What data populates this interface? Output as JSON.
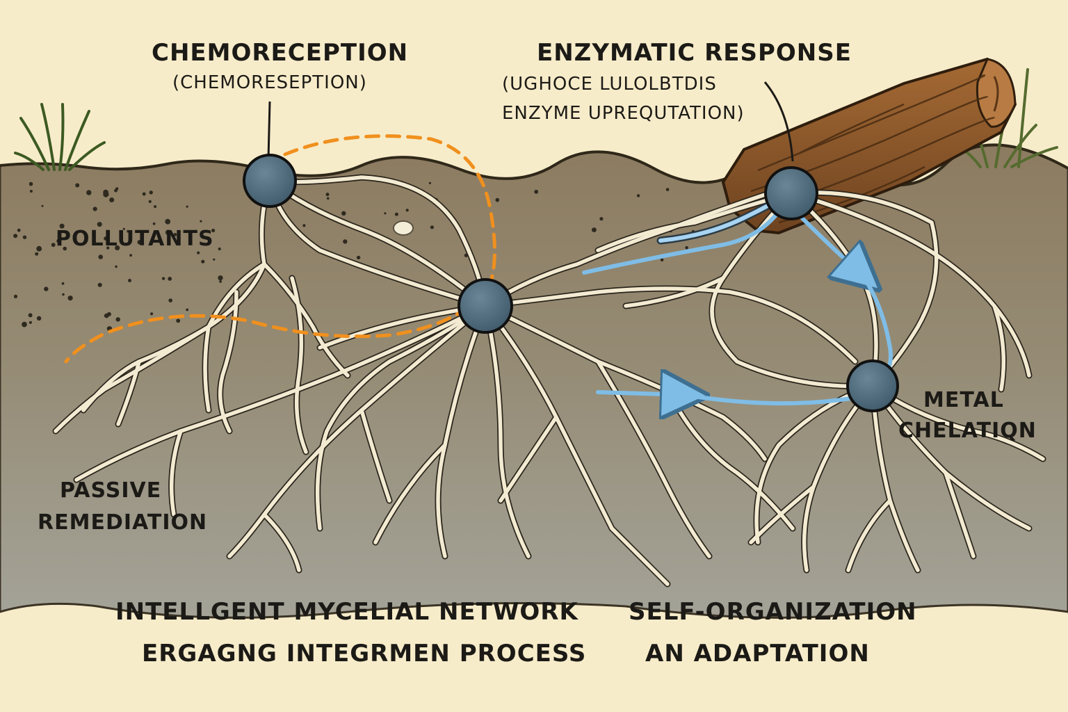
{
  "labels": {
    "chemoreception": "CHEMORECEPTION",
    "chemoreception_sub": "(CHEMORESEPTION)",
    "enzymatic": "ENZYMATIC RESPONSE",
    "enzymatic_sub_1": "(UGHOCE LULOLBTDIS",
    "enzymatic_sub_2": "ENZYME UPREQUTATION)",
    "pollutants": "POLLUTANTS",
    "passive_1": "PASSIVE",
    "passive_2": "REMEDIATION",
    "metal_1": "METAL",
    "metal_2": "CHELATIQN",
    "network_1": "INTELLGENT MYCELIAL NETWORK",
    "network_2": "ERGAGNG INTEGRMEN PROCESS",
    "self_1": "SELF-ORGANIZATION",
    "self_2": "AN ADAPTATION"
  },
  "colors": {
    "paper": "#f7ecca",
    "soil_top": "#8c7b60",
    "soil_bottom": "#9a9a8e",
    "hyphae": "#f3ead2",
    "node": "#4b6778",
    "pollutant_path": "#f0901e",
    "transport_flow": "#7fbde6",
    "wood": "#8b5a2b"
  },
  "icons": [
    "grass-tuft-icon",
    "decaying-log-icon",
    "pebble-icon"
  ]
}
